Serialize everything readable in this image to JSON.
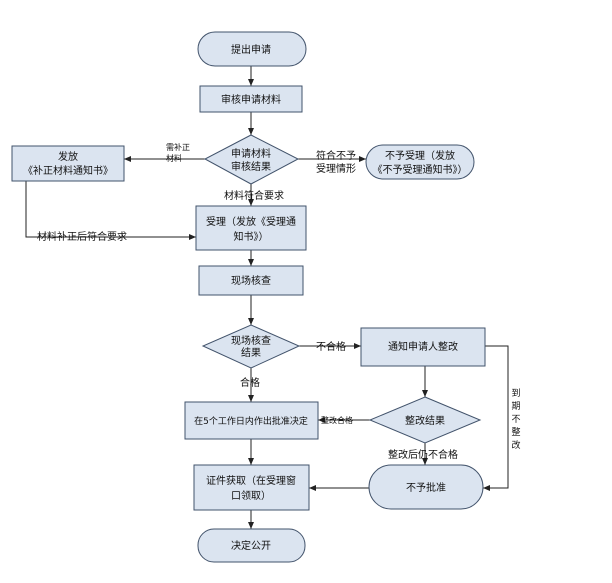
{
  "nodes": {
    "apply": "提出申请",
    "review": "审核申请材料",
    "review_result_1": "申请材料",
    "review_result_2": "审核结果",
    "issue_supp_1": "发放",
    "issue_supp_2": "《补正材料通知书》",
    "reject_1": "不予受理（发放",
    "reject_2": "《不予受理通知书》）",
    "accept_1": "受理（发放《受理通",
    "accept_2": "知书》）",
    "inspect": "现场核查",
    "inspect_result_1": "现场核查",
    "inspect_result_2": "结果",
    "notify_rectify": "通知申请人整改",
    "decide": "在5个工作日内作出批准决定",
    "rectify_result": "整改结果",
    "certificate_1": "证件获取（在受理窗",
    "certificate_2": "口领取）",
    "not_approve": "不予批准",
    "publish": "决定公开"
  },
  "edge_labels": {
    "need_supp_1": "需补正",
    "need_supp_2": "材料",
    "not_meet_1": "符合不予",
    "not_meet_2": "受理情形",
    "meet": "材料符合要求",
    "supp_ok": "材料补正后符合要求",
    "fail": "不合格",
    "pass": "合格",
    "rectify_pass": "整改合格",
    "still_fail": "整改后仍不合格",
    "overdue": [
      "到",
      "期",
      "不",
      "整",
      "改"
    ]
  },
  "colors": {
    "fill": "#dbe4f0",
    "stroke": "#42536b",
    "line": "#222222"
  }
}
